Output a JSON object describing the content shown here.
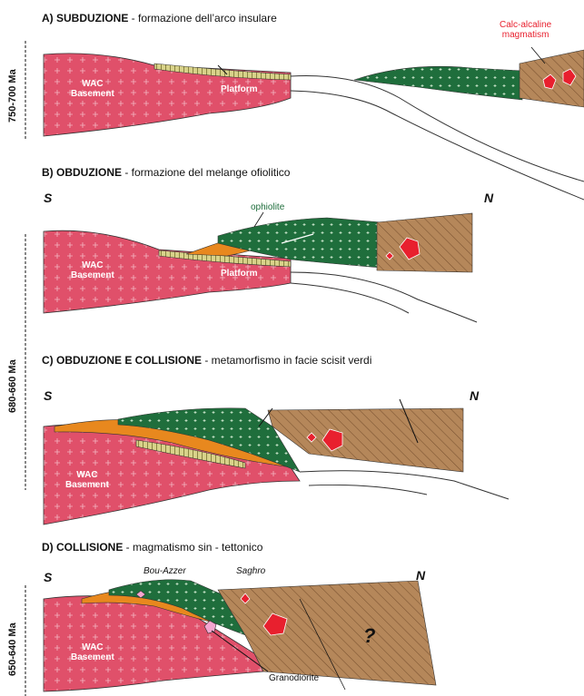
{
  "panels": {
    "a": {
      "title": "A) SUBDUZIONE",
      "subtitle": " - formazione dell’arco insulare",
      "age": "750-700 Ma"
    },
    "b": {
      "title": "B) OBDUZIONE",
      "subtitle": " - formazione del melange ofiolitico"
    },
    "c": {
      "title": "C) OBDUZIONE E COLLISIONE",
      "subtitle": " - metamorfismo in facie scisit verdi"
    },
    "d": {
      "title": "D) COLLISIONE",
      "subtitle": " - magmatismo sin - tettonico",
      "age": "650-640 Ma"
    }
  },
  "age_bc": "680-660 Ma",
  "labels": {
    "wac_line1": "WAC",
    "wac_line2": "Basement",
    "platform": "Platform",
    "calc_line1": "Calc-alcaline",
    "calc_line2": "magmatism",
    "ophiolite": "ophiolite",
    "bou_azzer": "Bou-Azzer",
    "saghro": "Saghro",
    "granodiorite": "Granodiorite",
    "question": "?",
    "south": "S",
    "north": "N"
  },
  "colors": {
    "basement": "#e0506a",
    "platform": "#d8d28a",
    "oceanic": "#1f6e3c",
    "arc": "#b5875a",
    "melange": "#e8881e",
    "granite": "#e8202e"
  }
}
